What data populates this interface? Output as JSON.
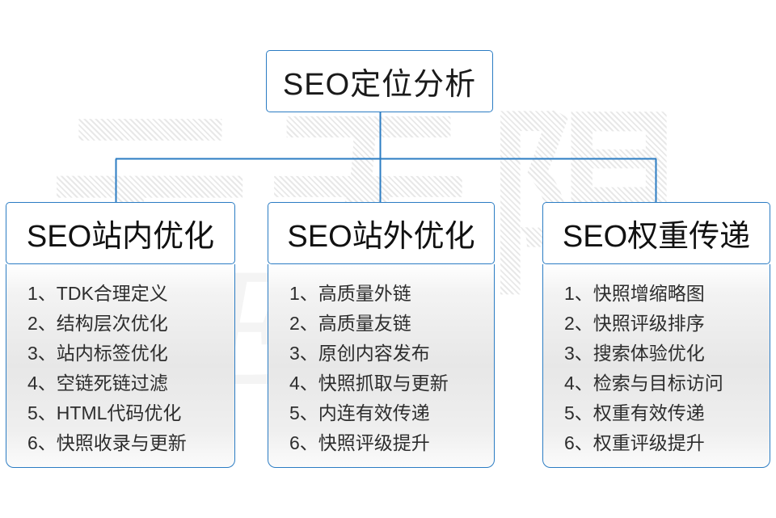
{
  "diagram": {
    "root": {
      "label": "SEO定位分析"
    },
    "branches": [
      {
        "title": "SEO站内优化",
        "items": [
          "1、TDK合理定义",
          "2、结构层次优化",
          "3、站内标签优化",
          "4、空链死链过滤",
          "5、HTML代码优化",
          "6、快照收录与更新"
        ]
      },
      {
        "title": "SEO站外优化",
        "items": [
          "1、高质量外链",
          "2、高质量友链",
          "3、原创内容发布",
          "4、快照抓取与更新",
          "5、内连有效传递",
          "6、快照评级提升"
        ]
      },
      {
        "title": "SEO权重传递",
        "items": [
          "1、快照增缩略图",
          "2、快照评级排序",
          "3、搜索体验优化",
          "4、检索与目标访问",
          "5、权重有效传递",
          "6、权重评级提升"
        ]
      }
    ],
    "watermark": {
      "chars": [
        "云",
        "无",
        "限"
      ],
      "script": "SEO"
    },
    "colors": {
      "border": "#2b7cc3",
      "connector": "#2b7cc3",
      "title_text": "#111111",
      "item_text": "#2d2d2d",
      "panel_background": "#e7e7e7",
      "page_background": "#ffffff"
    }
  }
}
